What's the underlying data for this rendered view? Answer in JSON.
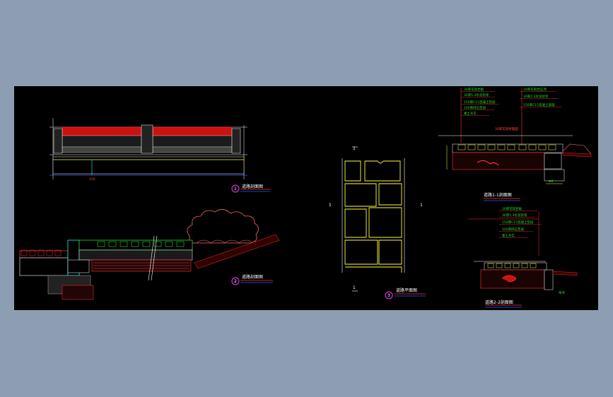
{
  "drawing": {
    "colors": {
      "background_outer": "#8d9eb3",
      "background_canvas": "#000000",
      "red": "#ff2222",
      "yellow": "#ffff33",
      "green": "#22dd22",
      "cyan": "#00ffff",
      "blue": "#3355ff",
      "magenta": "#ff33ff",
      "white": "#ffffff"
    },
    "details": [
      {
        "id": "detail-1",
        "bubble": "1",
        "title": "道路剖面图"
      },
      {
        "id": "detail-2",
        "bubble": "2",
        "title": "道路剖面图"
      },
      {
        "id": "detail-3",
        "bubble": "3",
        "title": "道路平面图"
      },
      {
        "id": "detail-4",
        "title": "道路1-1剖面图"
      },
      {
        "id": "detail-5",
        "title": "道路2-2剖面图"
      }
    ],
    "markers": {
      "section_mark_1": "1",
      "section_mark_2": "1",
      "left_mark": "1",
      "right_mark": "1"
    },
    "callouts_upper": [
      "30厚花岗岩板",
      "30厚1:3水泥砂浆",
      "150厚C15混凝土垫层",
      "100厚碎石垫层",
      "素土夯实",
      "20厚花岗岩压顶",
      "30厚1:3水泥砂浆",
      "150厚C15混凝土基础"
    ],
    "callouts_lower": [
      "30厚花岗岩板",
      "30厚1:3水泥砂浆",
      "150厚C15混凝土垫层",
      "100厚碎石垫层",
      "素土夯实"
    ],
    "dimension_note": "150",
    "small_note": "Φ8",
    "side_note": "草坪",
    "upper_mid_note": "30厚花岗岩铺面"
  }
}
